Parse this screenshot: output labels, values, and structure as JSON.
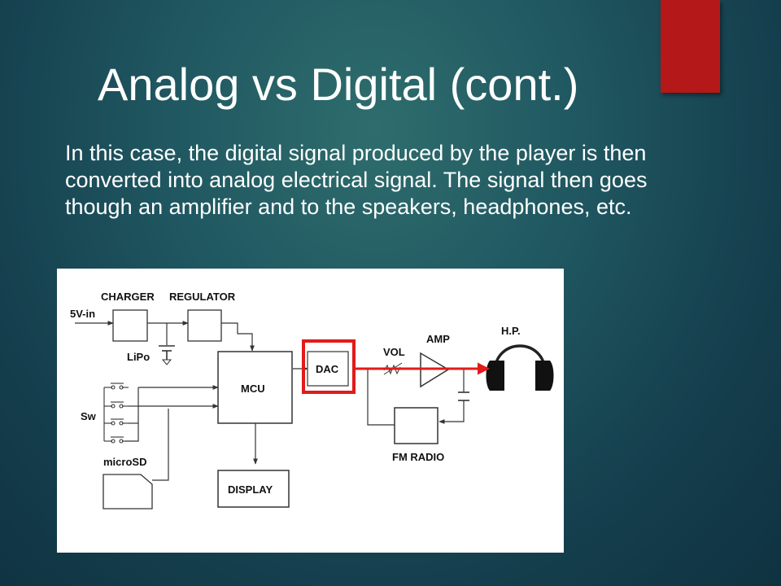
{
  "slide": {
    "title": "Analog vs Digital (cont.)",
    "body": "In this case, the digital signal produced by the player is then converted into analog electrical signal. The signal then goes though an amplifier and to the speakers, headphones, etc."
  },
  "diagram": {
    "labels": {
      "charger": "CHARGER",
      "regulator": "REGULATOR",
      "power_in": "5V-in",
      "battery": "LiPo",
      "mcu": "MCU",
      "dac": "DAC",
      "volume": "VOL",
      "amp": "AMP",
      "headphones": "H.P.",
      "switches": "Sw",
      "fm_radio": "FM RADIO",
      "microsd": "microSD",
      "display": "DISPLAY"
    },
    "colors": {
      "highlight": "#e01b1b",
      "accent_bar": "#b51818"
    }
  }
}
